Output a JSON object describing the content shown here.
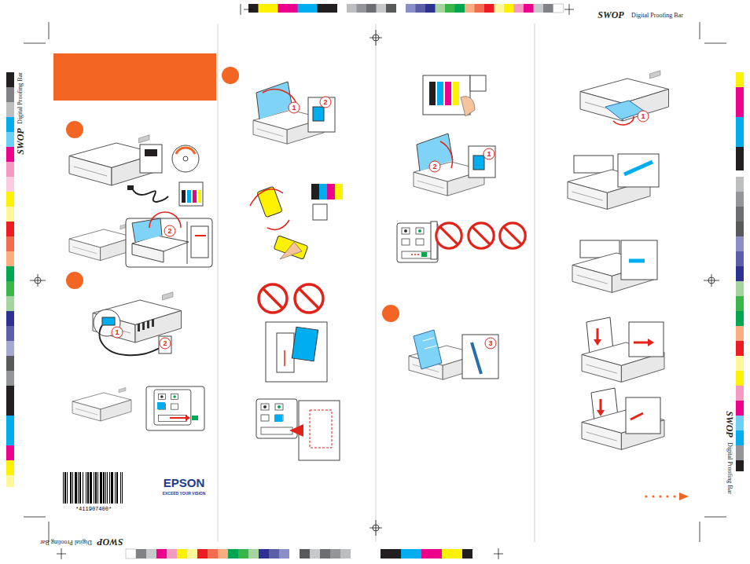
{
  "diagram": {
    "labels": [
      "SWOP",
      "Digital Proofing Bar",
      "SWOP",
      "Digital Proofing Bar",
      "SWOP",
      "Digital Proofing Bar",
      "SWOP",
      "Digital Proofing Bar",
      "*411907400*",
      "EPSON",
      "EXCEED YOUR VISION",
      "2",
      "1",
      "2",
      "1",
      "2",
      "2",
      "1",
      "3",
      "1"
    ]
  }
}
